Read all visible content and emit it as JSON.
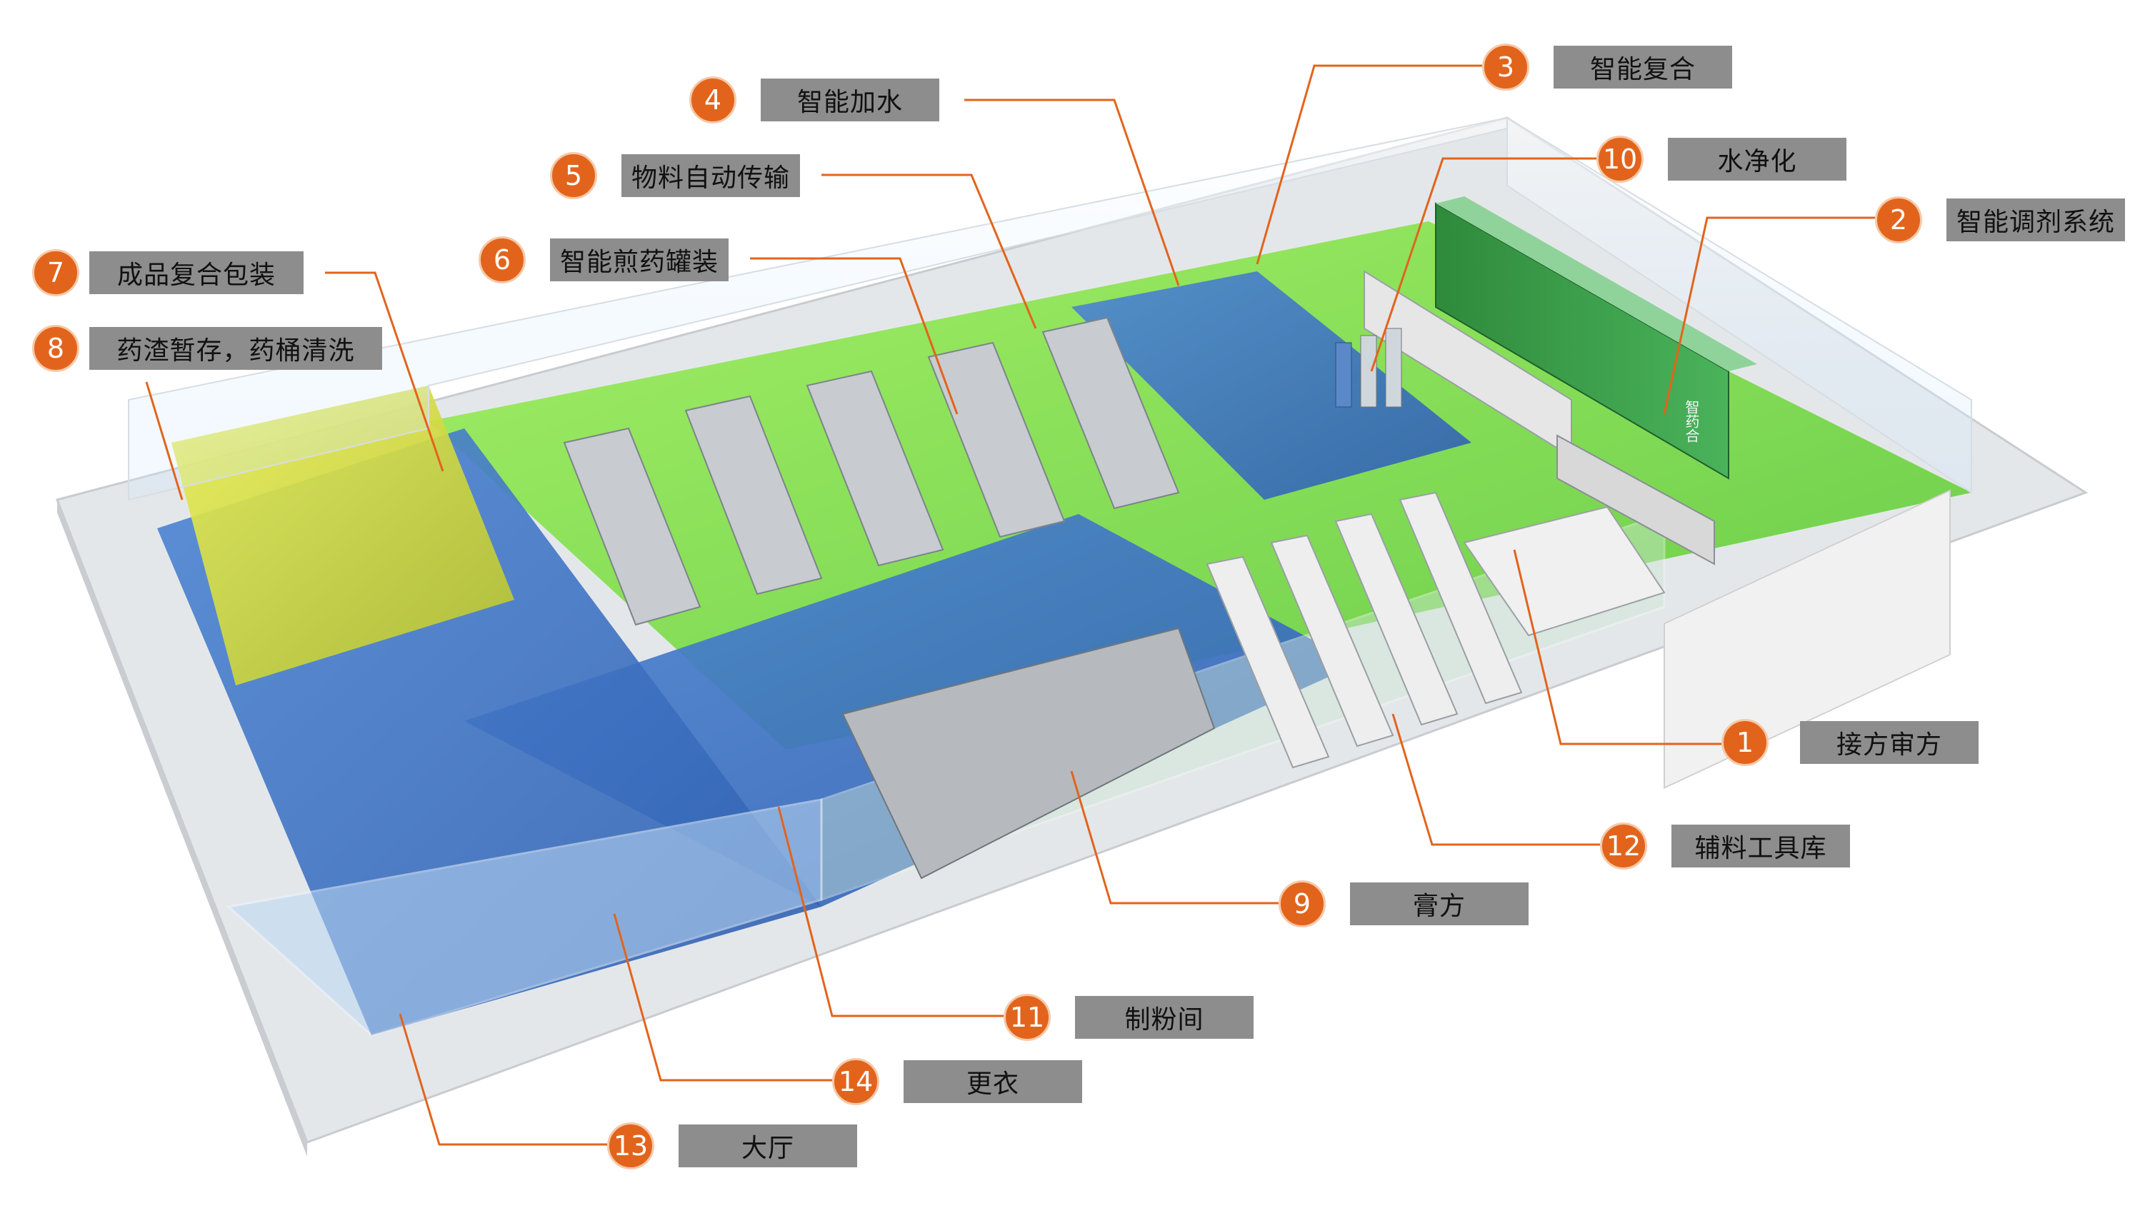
{
  "callouts": [
    {
      "id": "c1",
      "number": "1",
      "label": "接方审方"
    },
    {
      "id": "c2",
      "number": "2",
      "label": "智能调剂系统"
    },
    {
      "id": "c3",
      "number": "3",
      "label": "智能复合"
    },
    {
      "id": "c4",
      "number": "4",
      "label": "智能加水"
    },
    {
      "id": "c5",
      "number": "5",
      "label": "物料自动传输"
    },
    {
      "id": "c6",
      "number": "6",
      "label": "智能煎药罐装"
    },
    {
      "id": "c7",
      "number": "7",
      "label": "成品复合包装"
    },
    {
      "id": "c8",
      "number": "8",
      "label": "药渣暂存，药桶清洗"
    },
    {
      "id": "c9",
      "number": "9",
      "label": "膏方"
    },
    {
      "id": "c10",
      "number": "10",
      "label": "水净化"
    },
    {
      "id": "c11",
      "number": "11",
      "label": "制粉间"
    },
    {
      "id": "c12",
      "number": "12",
      "label": "辅料工具库"
    },
    {
      "id": "c13",
      "number": "13",
      "label": "大厅"
    },
    {
      "id": "c14",
      "number": "14",
      "label": "更衣"
    }
  ],
  "cabinet_text": "智药合",
  "colors": {
    "accent": "#e2641c",
    "label_bg": "#8d8d8d",
    "leader_line": "#e2641c",
    "zone_green": "#7ddc3c",
    "zone_blue": "#3f78c8",
    "zone_yellow": "#d7dc3a",
    "floor_base": "#dfe3e6"
  }
}
